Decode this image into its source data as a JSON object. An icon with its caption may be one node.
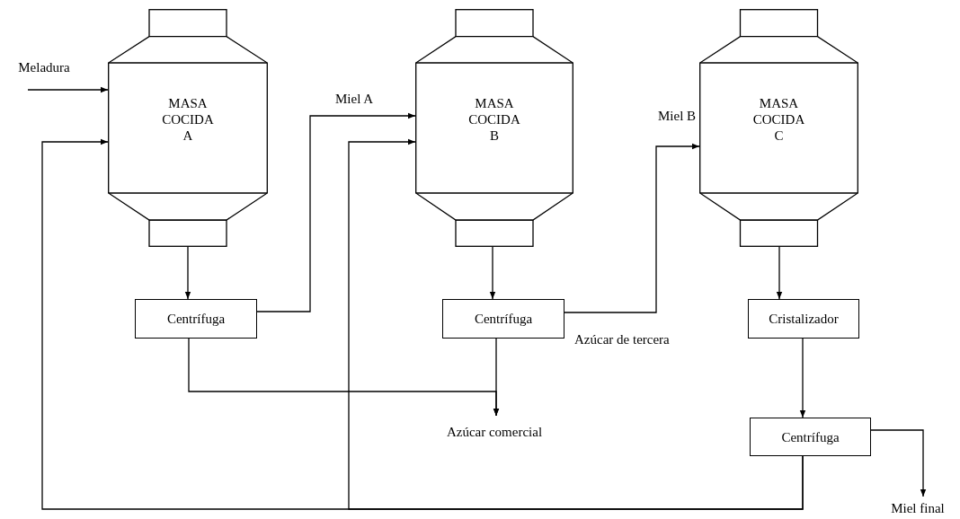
{
  "diagram": {
    "nodes": [
      {
        "text": [
          "Meladura"
        ]
      },
      {
        "text": [
          "MASA COCIDA A"
        ]
      },
      {
        "text": [
          "MASA COCIDA B"
        ]
      },
      {
        "text": [
          "MASA COCIDA C"
        ]
      },
      {
        "text": [
          "Centrífuga"
        ]
      },
      {
        "text": [
          "Centrífuga"
        ],
        "beside": [
          "Azúcar de tercera"
        ]
      },
      {
        "text": [
          "Cristalizador"
        ]
      },
      {
        "text": [
          "Centrífuga"
        ]
      },
      {
        "text": [
          "Azúcar comercial"
        ]
      },
      {
        "text": [
          "Miel final"
        ]
      }
    ],
    "edges": [
      {
        "from": 0,
        "to": 1,
        "arrow": "to"
      },
      {
        "from": 1,
        "to": 4,
        "arrow": "to"
      },
      {
        "from": 4,
        "to": 2,
        "arrow": "to",
        "label": "Miel A"
      },
      {
        "from": 2,
        "to": 5,
        "arrow": "to"
      },
      {
        "from": 5,
        "to": 3,
        "arrow": "to",
        "label": "Miel B"
      },
      {
        "from": 3,
        "to": 6,
        "arrow": "to"
      },
      {
        "from": 6,
        "to": 7,
        "arrow": "to"
      },
      {
        "from": 7,
        "to": 9,
        "arrow": "to"
      },
      {
        "from": 4,
        "to": 8,
        "arrow": "to"
      },
      {
        "from": 5,
        "to": 8,
        "arrow": "to"
      },
      {
        "from": 7,
        "to": 1,
        "arrow": "to"
      },
      {
        "from": 7,
        "to": 2,
        "arrow": "to"
      }
    ]
  }
}
